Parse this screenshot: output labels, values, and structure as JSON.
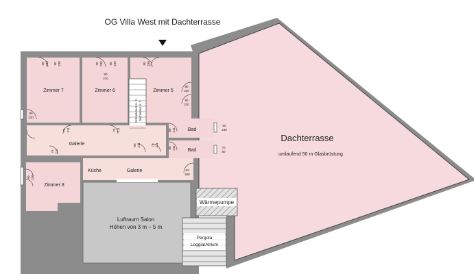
{
  "title": "OG Villa West mit Dachterrasse",
  "rooms": {
    "zimmer7": "Zimmer 7",
    "zimmer6": "Zimmer 6",
    "zimmer5": "Zimmer 5",
    "bad1": "Bad",
    "bad2": "Bad",
    "galerie1": "Galerie",
    "galerie2": "Galerie",
    "kueche": "Küche",
    "zimmer8": "Zimmer 8",
    "dachterrasse": "Dachterrasse",
    "dachterrasse_note": "umlaufend 50 m Glasbrüstung",
    "waermepumpe": "Wärmepumpe",
    "luftraum_line1": "Luftraum Salon",
    "luftraum_line2": "Höhen von 3 m – 5 m",
    "pergola": "Pergola",
    "loggia": "Loggia/Atrium"
  },
  "stair_labels": {
    "left": "Schrankraum H. 3",
    "right": "Dachboden H. 2"
  },
  "openings": {
    "d1a": "90",
    "d1b": "230",
    "d2a": "90",
    "d2b": "230",
    "d3a": "90",
    "d3b": "230",
    "d4a": "90",
    "d4b": "230",
    "d5a": "80",
    "d5b": "210",
    "d6a": "90",
    "d6b": "230",
    "d7a": "90",
    "d7b": "230",
    "d8a": "90",
    "d8b": "230",
    "d9a": "90",
    "d9b": "230",
    "d10a": "75",
    "d10b": "211",
    "d11a": "75",
    "d11b": "211",
    "d12a": "75",
    "d12b": "211",
    "d13a": "80",
    "d13b": "211",
    "d14a": "80",
    "d14b": "211",
    "d15a": "90",
    "d15b": "230",
    "d16a": "70",
    "d16b": "80",
    "d17a": "80",
    "d17b": "211",
    "d18a": "75",
    "d18b": "211",
    "d19a": "83",
    "d19b": "208",
    "d20a": "90",
    "d20b": "230"
  },
  "colors": {
    "wall": "#8c8c8c",
    "room": "#f5d6d8",
    "terrace": "#f7dadd",
    "luftraum": "#c8c8c8",
    "galerie": "#f7e0dc"
  }
}
